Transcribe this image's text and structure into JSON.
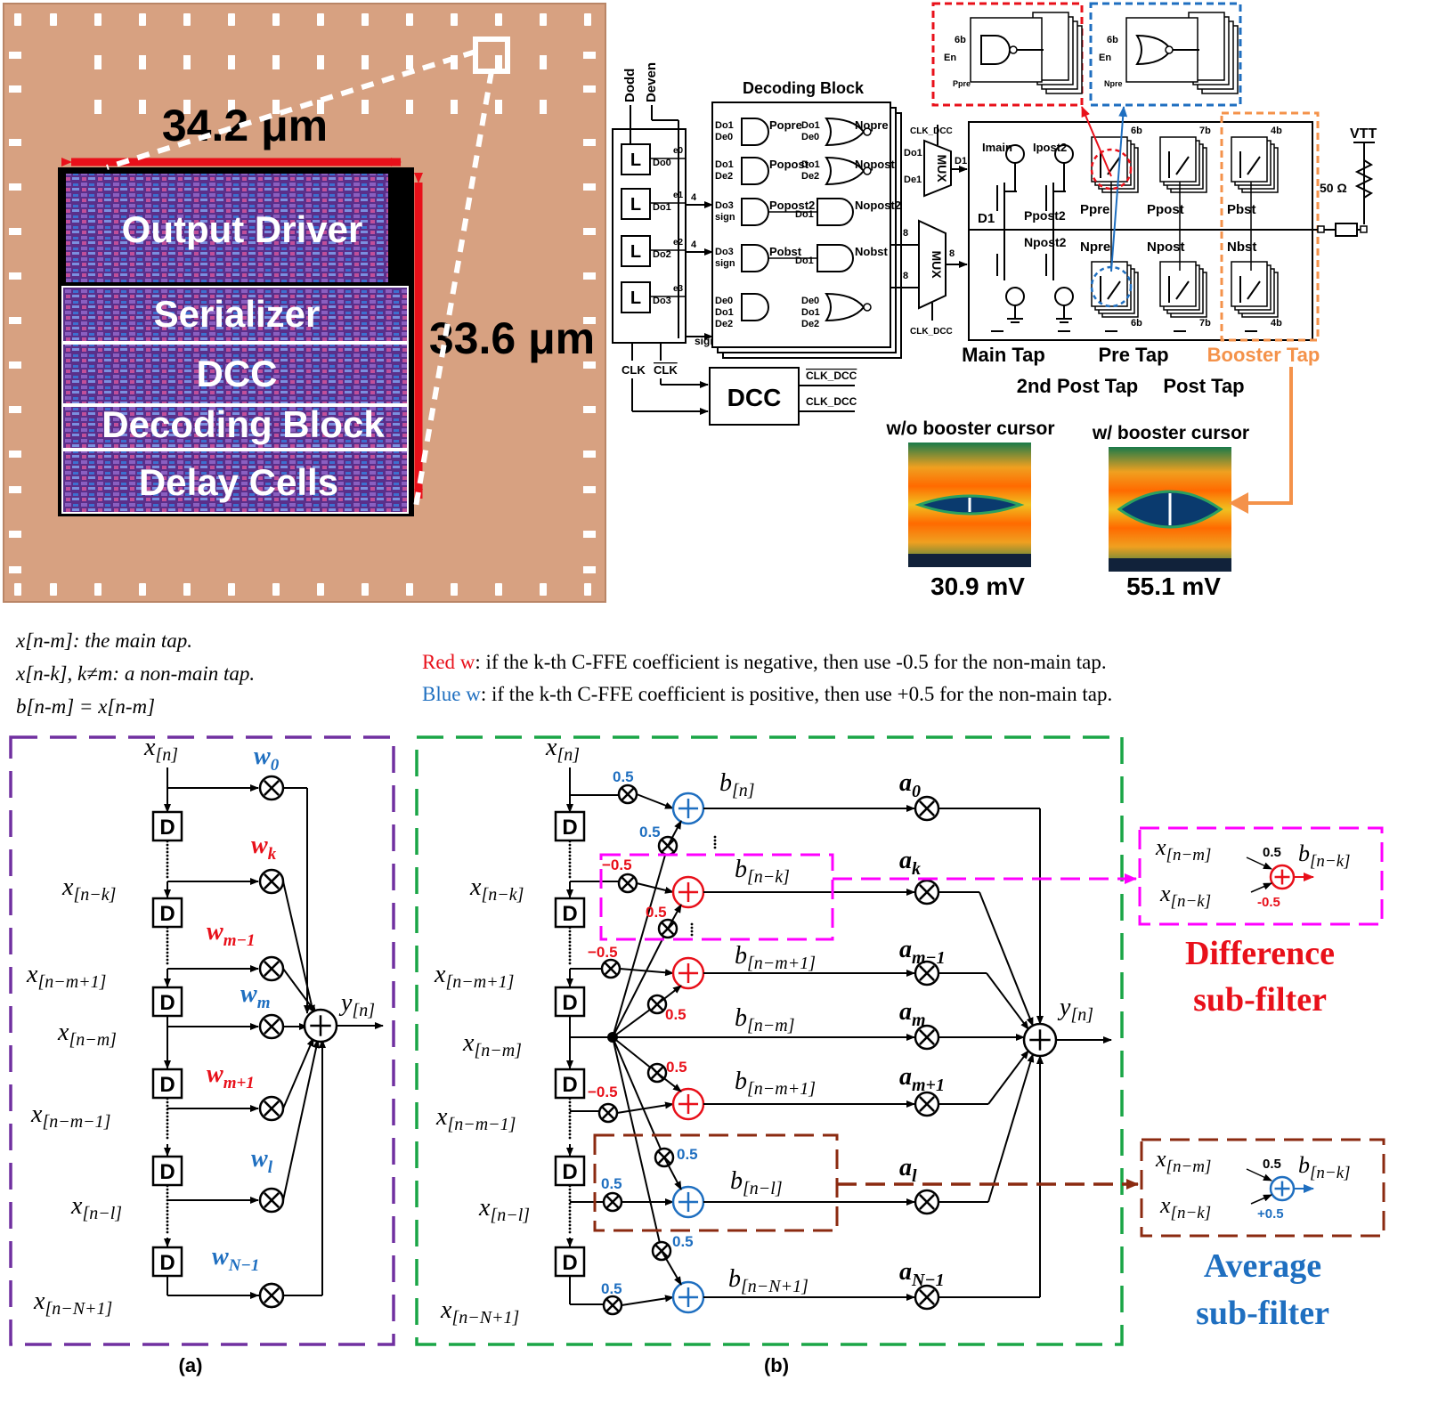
{
  "die": {
    "width_label": "34.2 μm",
    "height_label": "33.6 μm",
    "blocks": [
      "Output Driver",
      "Serializer",
      "DCC",
      "Decoding Block",
      "Delay Cells"
    ]
  },
  "schematic": {
    "inputs": [
      "Dodd",
      "Deven"
    ],
    "latch_label": "L",
    "latch_outputs": [
      "Do0",
      "Do1",
      "Do2",
      "Do3"
    ],
    "latch_outputs_e": [
      "e0",
      "e1",
      "e2",
      "e3"
    ],
    "bus_width_4": "4",
    "bus_width_8": "8",
    "sign_label": "sign",
    "clk": "CLK",
    "clkb": "CLK",
    "decoding_block_title": "Decoding Block",
    "gate_inputs": [
      [
        "Do1",
        "De0"
      ],
      [
        "Do1",
        "De0"
      ],
      [
        "Do1",
        "De2"
      ],
      [
        "Do1",
        "De2"
      ],
      [
        "Do3",
        "sign"
      ],
      [
        "Do1"
      ],
      [
        "Do3",
        "sign"
      ],
      [
        "Do1"
      ],
      [
        "De0",
        "Do1",
        "De2"
      ],
      [
        "De0",
        "Do1",
        "De2"
      ]
    ],
    "gate_outputs": [
      "Popre",
      "Nopre",
      "Popost",
      "Nopost",
      "Popost2",
      "Nopost2",
      "Pobst",
      "Nobst"
    ],
    "dcc_label": "DCC",
    "clk_dcc": "CLK_DCC",
    "clk_dcc_b": "CLK_DCC",
    "mux_label": "MUX",
    "mux_inputs": [
      "Do1",
      "De1"
    ],
    "mux_out": "D1",
    "driver_labels": {
      "imain": "Imain",
      "ipost2": "Ipost2",
      "d1": "D1",
      "ppost2": "Ppost2",
      "npost2": "Npost2",
      "ppre": "Ppre",
      "npre": "Npre",
      "ppost": "Ppost",
      "npost": "Npost",
      "pbst": "Pbst",
      "nbst": "Nbst",
      "bits_6b": "6b",
      "bits_7b": "7b",
      "bits_4b": "4b",
      "vtt": "VTT",
      "res": "50 Ω"
    },
    "inset_labels": [
      "6b",
      "En",
      "Ppre",
      "6b",
      "En",
      "Npre"
    ],
    "tap_labels": [
      "Main Tap",
      "Pre Tap",
      "Booster Tap",
      "2nd Post Tap",
      "Post Tap"
    ],
    "eye_titles": [
      "w/o booster cursor",
      "w/ booster cursor"
    ],
    "eye_values": [
      "30.9 mV",
      "55.1 mV"
    ]
  },
  "notes_left": [
    "x[n-m]: the main tap.",
    "x[n-k], k≠m: a non-main tap.",
    "b[n-m] = x[n-m]"
  ],
  "notes_right": [
    {
      "prefix": "Red w",
      "text": ": if the k-th C-FFE coefficient is negative, then use -0.5 for the non-main tap."
    },
    {
      "prefix": "Blue w",
      "text": ": if the k-th C-FFE coefficient is positive, then use +0.5 for the non-main tap."
    }
  ],
  "filter_a": {
    "delay": "D",
    "inputs": [
      "x[n]",
      "x[n−k]",
      "x[n−m+1]",
      "x[n−m]",
      "x[n−m−1]",
      "x[n−l]",
      "x[n−N+1]"
    ],
    "weights": [
      "w0",
      "wk",
      "wm−1",
      "wm",
      "wm+1",
      "wl",
      "wN−1"
    ],
    "output": "y[n]",
    "caption": "(a)"
  },
  "filter_b": {
    "inputs": [
      "x[n]",
      "x[n−k]",
      "x[n−m+1]",
      "x[n−m]",
      "x[n−m−1]",
      "x[n−l]",
      "x[n−N+1]"
    ],
    "b_signals": [
      "b[n]",
      "b[n−k]",
      "b[n−m+1]",
      "b[n−m]",
      "b[n−m+1]",
      "b[n−l]",
      "b[n−N+1]"
    ],
    "coeffs": [
      "a0",
      "ak",
      "am−1",
      "am",
      "am+1",
      "al",
      "aN−1"
    ],
    "scale_values": [
      "0.5",
      "0.5",
      "−0.5",
      "0.5",
      "−0.5",
      "0.5",
      "0.5",
      "−0.5",
      "0.5",
      "0.5",
      "0.5",
      "0.5"
    ],
    "output": "y[n]",
    "caption": "(b)"
  },
  "sub_filters": {
    "difference": {
      "title": [
        "Difference",
        "sub-filter"
      ],
      "in1": "x[n−m]",
      "in2": "x[n−k]",
      "out": "b[n−k]",
      "w1": "0.5",
      "w2": "-0.5"
    },
    "average": {
      "title": [
        "Average",
        "sub-filter"
      ],
      "in1": "x[n−m]",
      "in2": "x[n−k]",
      "out": "b[n−k]",
      "w1": "0.5",
      "w2": "+0.5"
    }
  },
  "colors": {
    "red": "#e8101a",
    "blue": "#1f6fc0",
    "purple": "#7030a0",
    "green": "#1aa546",
    "magenta": "#ff00ff",
    "brown": "#8b2a10",
    "orange": "#f4924a",
    "die_bg": "#d7a181"
  }
}
